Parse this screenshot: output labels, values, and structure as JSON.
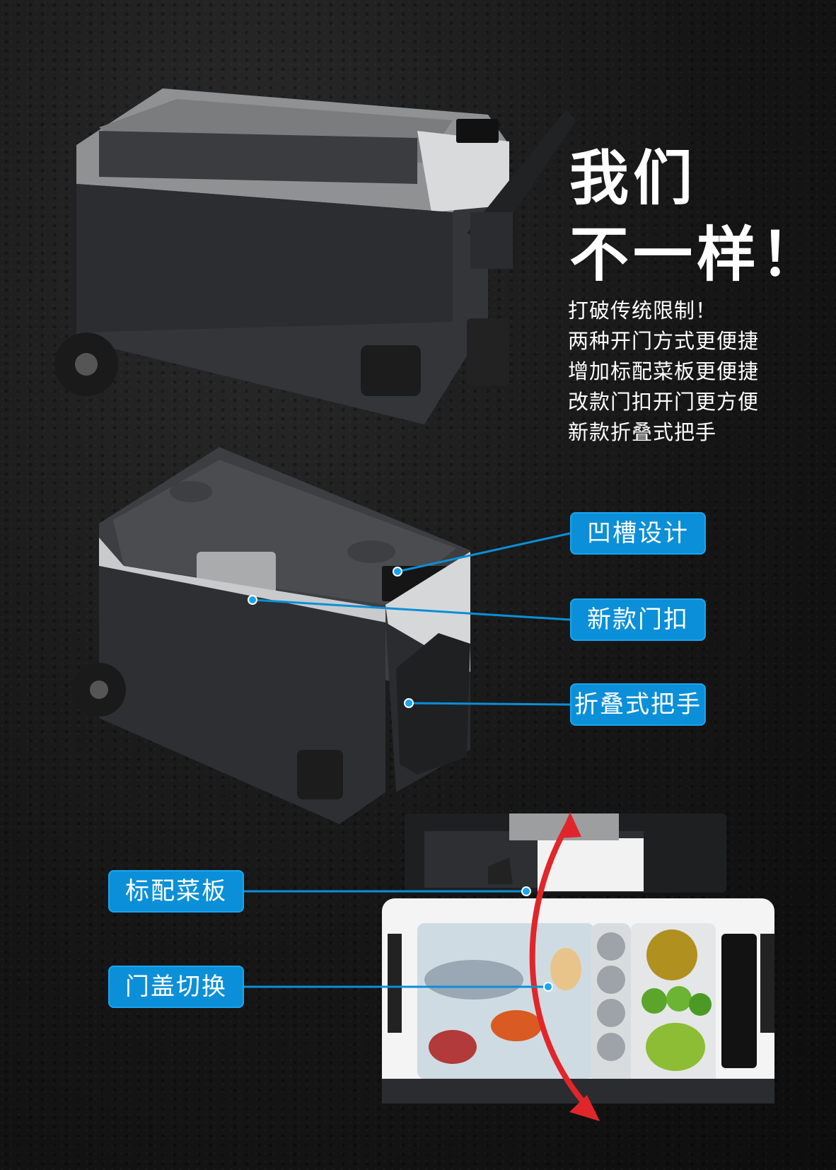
{
  "headline": {
    "line1": "我们",
    "line2": "不一样！"
  },
  "features": [
    "打破传统限制！",
    "两种开门方式更便捷",
    "增加标配菜板更便捷",
    "改款门扣开门更方便",
    "新款折叠式把手"
  ],
  "callouts": {
    "groove": "凹槽设计",
    "latch": "新款门扣",
    "handle": "折叠式把手",
    "board": "标配菜板",
    "lid_switch": "门盖切换"
  },
  "colors": {
    "callout_bg": "#0b8fd8",
    "arrow": "#e0262a",
    "text": "#ffffff"
  }
}
